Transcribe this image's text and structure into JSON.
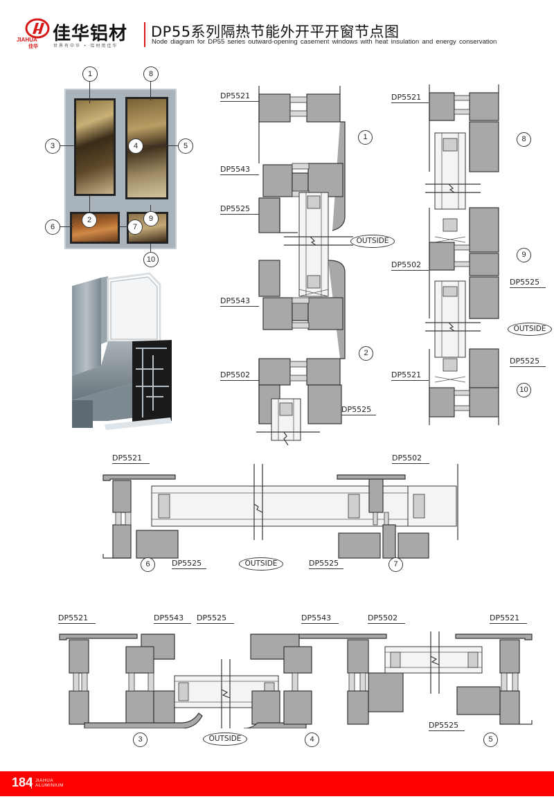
{
  "header": {
    "brand_logo_en": "JIAHUA",
    "brand_logo_cn_small": "佳华",
    "brand_name_cn": "佳华铝材",
    "brand_slogan": "世界有中华 • 铝材用佳华",
    "title_cn": "DP55系列隔热节能外开平开窗节点图",
    "title_en": "Node diagram for DP55 series outward-opening casement windows with heat insulation and energy conservation"
  },
  "window_photo": {
    "callouts": [
      "1",
      "2",
      "3",
      "4",
      "5",
      "6",
      "7",
      "8",
      "9",
      "10"
    ]
  },
  "labels": {
    "outside": "OUTSIDE",
    "dp5521": "DP5521",
    "dp5543": "DP5543",
    "dp5525": "DP5525",
    "dp5502": "DP5502"
  },
  "section_nodes": [
    {
      "id": "1",
      "labels": [
        "DP5521",
        "DP5543",
        "DP5525"
      ]
    },
    {
      "id": "2",
      "labels": [
        "DP5543",
        "DP5502",
        "DP5525"
      ]
    },
    {
      "id": "8",
      "labels": [
        "DP5521"
      ]
    },
    {
      "id": "9",
      "labels": [
        "DP5502",
        "DP5525"
      ]
    },
    {
      "id": "10",
      "labels": [
        "DP5525",
        "DP5521"
      ]
    },
    {
      "id": "6",
      "labels": [
        "DP5521",
        "DP5525"
      ]
    },
    {
      "id": "7",
      "labels": [
        "DP5502",
        "DP5525"
      ]
    },
    {
      "id": "3",
      "labels": [
        "DP5521",
        "DP5543",
        "DP5525"
      ]
    },
    {
      "id": "4",
      "labels": [
        "DP5543",
        "DP5502"
      ]
    },
    {
      "id": "5",
      "labels": [
        "DP5521",
        "DP5525"
      ]
    }
  ],
  "footer": {
    "page_number": "184",
    "brand_line1": "JIAHUA",
    "brand_line2": "ALUMINIUM",
    "color": "#ff0000"
  },
  "colors": {
    "brand_red": "#d71818",
    "footer_red": "#ff0000",
    "profile_gray": "#a8a8a8"
  }
}
